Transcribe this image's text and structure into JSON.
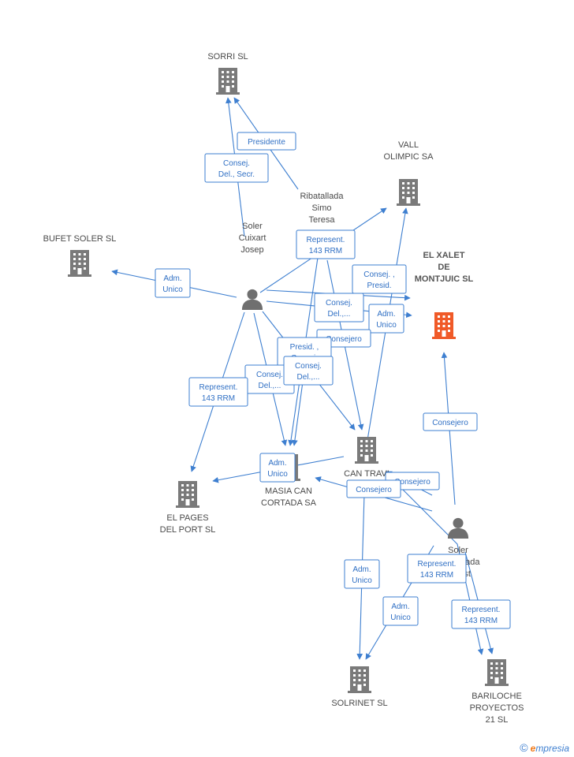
{
  "colors": {
    "edge": "#3e7fd0",
    "company": "#7a7a7a",
    "highlight": "#f05a28",
    "person": "#6f6f6f"
  },
  "nodes": [
    {
      "id": "sorri",
      "type": "company",
      "label": [
        "SORRI SL"
      ]
    },
    {
      "id": "vall",
      "type": "company",
      "label": [
        "VALL",
        "OLIMPIC SA"
      ]
    },
    {
      "id": "bufet",
      "type": "company",
      "label": [
        "BUFET SOLER SL"
      ]
    },
    {
      "id": "xalet",
      "type": "company",
      "highlight": true,
      "label": [
        "EL XALET",
        "DE",
        "MONTJUIC SL"
      ]
    },
    {
      "id": "cantravi",
      "type": "company",
      "label": [
        "CAN TRAVI"
      ]
    },
    {
      "id": "masia",
      "type": "company",
      "label": [
        "MASIA CAN",
        "CORTADA SA"
      ]
    },
    {
      "id": "pages",
      "type": "company",
      "label": [
        "EL PAGES",
        "DEL PORT SL"
      ]
    },
    {
      "id": "solrinet",
      "type": "company",
      "label": [
        "SOLRINET SL"
      ]
    },
    {
      "id": "bariloche",
      "type": "company",
      "label": [
        "BARILOCHE",
        "PROYECTOS",
        "21 SL"
      ]
    },
    {
      "id": "ribatallada",
      "type": "person",
      "label": [
        "Ribatallada",
        "Simo",
        "Teresa"
      ]
    },
    {
      "id": "josep",
      "type": "person",
      "label": [
        "Soler",
        "Cuixart",
        "Josep"
      ]
    },
    {
      "id": "ernest",
      "type": "person",
      "label": [
        "Soler",
        "Ribatallada",
        "Ernest"
      ]
    }
  ],
  "edges": [
    {
      "label": [
        "Consej.",
        "Del., Secr."
      ]
    },
    {
      "label": [
        "Presidente"
      ]
    },
    {
      "label": [
        "Adm.",
        "Unico"
      ]
    },
    {
      "label": [
        "Represent.",
        "143 RRM"
      ]
    },
    {
      "label": [
        "Consej. ,",
        "Presid."
      ]
    },
    {
      "label": [
        "Consej.",
        "Del.,..."
      ]
    },
    {
      "label": [
        "Adm.",
        "Unico"
      ]
    },
    {
      "label": [
        "Consejero"
      ]
    },
    {
      "label": [
        "Presid. ,",
        "Consej."
      ]
    },
    {
      "label": [
        "Consej.",
        "Del.,..."
      ]
    },
    {
      "label": [
        "Consej.",
        "Del.,..."
      ]
    },
    {
      "label": [
        "Represent.",
        "143 RRM"
      ]
    },
    {
      "label": [
        "Adm.",
        "Unico"
      ]
    },
    {
      "label": [
        "Consejero"
      ]
    },
    {
      "label": [
        "Consejero"
      ]
    },
    {
      "label": [
        "Consejero"
      ]
    },
    {
      "label": [
        "Adm.",
        "Unico"
      ]
    },
    {
      "label": [
        "Adm.",
        "Unico"
      ]
    },
    {
      "label": [
        "Represent.",
        "143 RRM"
      ]
    },
    {
      "label": [
        "Represent.",
        "143 RRM"
      ]
    }
  ],
  "footer": {
    "copyright": "©",
    "brand_initial": "e",
    "brand_rest": "mpresia"
  }
}
